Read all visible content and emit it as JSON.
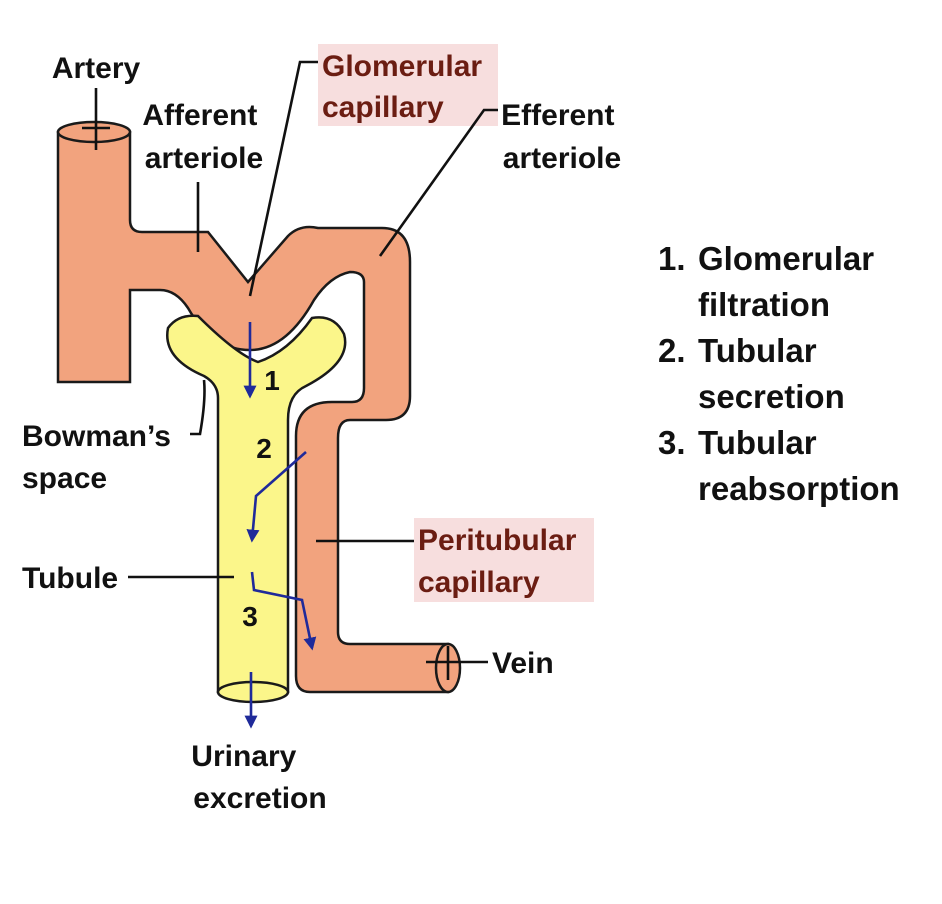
{
  "diagram": {
    "labels": {
      "artery": "Artery",
      "afferent_line1": "Afferent",
      "afferent_line2": "arteriole",
      "glomerular_line1": "Glomerular",
      "glomerular_line2": "capillary",
      "efferent_line1": "Efferent",
      "efferent_line2": "arteriole",
      "bowman_line1": "Bowman’s",
      "bowman_line2": "space",
      "tubule": "Tubule",
      "peritubular_line1": "Peritubular",
      "peritubular_line2": "capillary",
      "vein": "Vein",
      "urinary_line1": "Urinary",
      "urinary_line2": "excretion"
    },
    "markers": {
      "one": "1",
      "two": "2",
      "three": "3"
    },
    "colors": {
      "vessel": "#f2a37e",
      "tubule": "#fbf68a",
      "outline": "#1a1a1a",
      "flow_arrow": "#1f2a9a",
      "highlight_label_bg": "#f7dede"
    }
  },
  "legend": {
    "items": [
      {
        "number": "1.",
        "text": "Glomerular filtration"
      },
      {
        "number": "2.",
        "text": "Tubular secretion"
      },
      {
        "number": "3.",
        "text": "Tubular reabsorption"
      }
    ]
  }
}
